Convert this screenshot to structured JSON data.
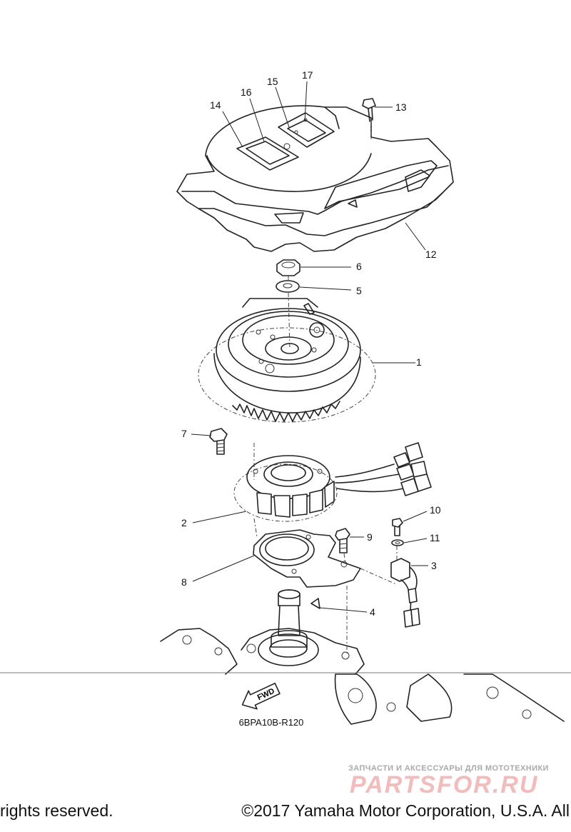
{
  "callouts": {
    "c1": "1",
    "c2": "2",
    "c3": "3",
    "c4": "4",
    "c5": "5",
    "c6": "6",
    "c7": "7",
    "c8": "8",
    "c9": "9",
    "c10": "10",
    "c11": "11",
    "c12": "12",
    "c13": "13",
    "c14": "14",
    "c15": "15",
    "c16": "16",
    "c17": "17"
  },
  "fwd_label": "FWD",
  "diagram_code": "6BPA10B-R120",
  "copyright": {
    "left": "rights reserved.",
    "right": "©2017 Yamaha Motor Corporation, U.S.A. All"
  },
  "watermark": {
    "tagline": "ЗАПЧАСТИ И АКСЕССУАРЫ ДЛЯ МОТОТЕХНИКИ",
    "brand": "PARTSFOR.RU"
  }
}
